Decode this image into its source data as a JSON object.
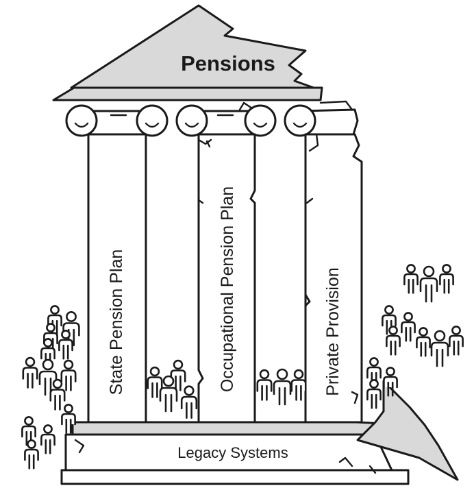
{
  "title": "Pensions",
  "pillars": [
    {
      "label": "State Pension Plan"
    },
    {
      "label": "Occupational Pension Plan"
    },
    {
      "label": "Private Provision"
    }
  ],
  "base": {
    "label": "Legacy Systems"
  }
}
